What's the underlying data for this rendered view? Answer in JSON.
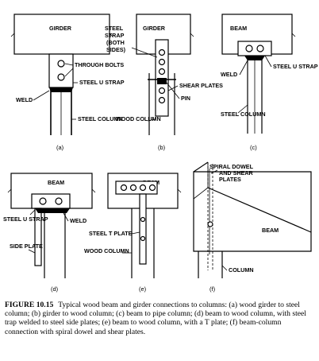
{
  "panels": {
    "a": {
      "sub": "(a)",
      "girder": "GIRDER",
      "through_bolts": "THROUGH BOLTS",
      "weld": "WELD",
      "steel_u_strap": "STEEL U STRAP",
      "steel_column": "STEEL COLUMN"
    },
    "b": {
      "sub": "(b)",
      "girder": "GIRDER",
      "steel_strap_line1": "STEEL",
      "steel_strap_line2": "STRAP",
      "steel_strap_line3": "(BOTH",
      "steel_strap_line4": "SIDES)",
      "shear_plates": "SHEAR PLATES",
      "pin": "PIN",
      "wood_column": "WOOD COLUMN"
    },
    "c": {
      "sub": "(c)",
      "beam": "BEAM",
      "weld": "WELD",
      "steel_u_strap": "STEEL U STRAP",
      "steel_column": "STEEL COLUMN"
    },
    "d": {
      "sub": "(d)",
      "beam": "BEAM",
      "steel_u_strap": "STEEL U STRAP",
      "weld": "WELD",
      "side_plate": "SIDE PLATE"
    },
    "e": {
      "sub": "(e)",
      "beam": "BEAM",
      "steel_t_plate": "STEEL T PLATE",
      "wood_column": "WOOD COLUMN"
    },
    "f": {
      "sub": "(f)",
      "spiral_line1": "SPIRAL DOWEL",
      "spiral_line2": "AND SHEAR",
      "spiral_line3": "PLATES",
      "beam": "BEAM",
      "column": "COLUMN"
    }
  },
  "caption": {
    "figure_label": "FIGURE 10.15",
    "text": "Typical wood beam and girder connections to columns: (a) wood girder to steel column; (b) girder to wood column; (c) beam to pipe column; (d) beam to wood column, with steel trap welded to steel side plates; (e) beam to wood column, with a T plate; (f) beam-column connection with spiral dowel and shear plates."
  }
}
